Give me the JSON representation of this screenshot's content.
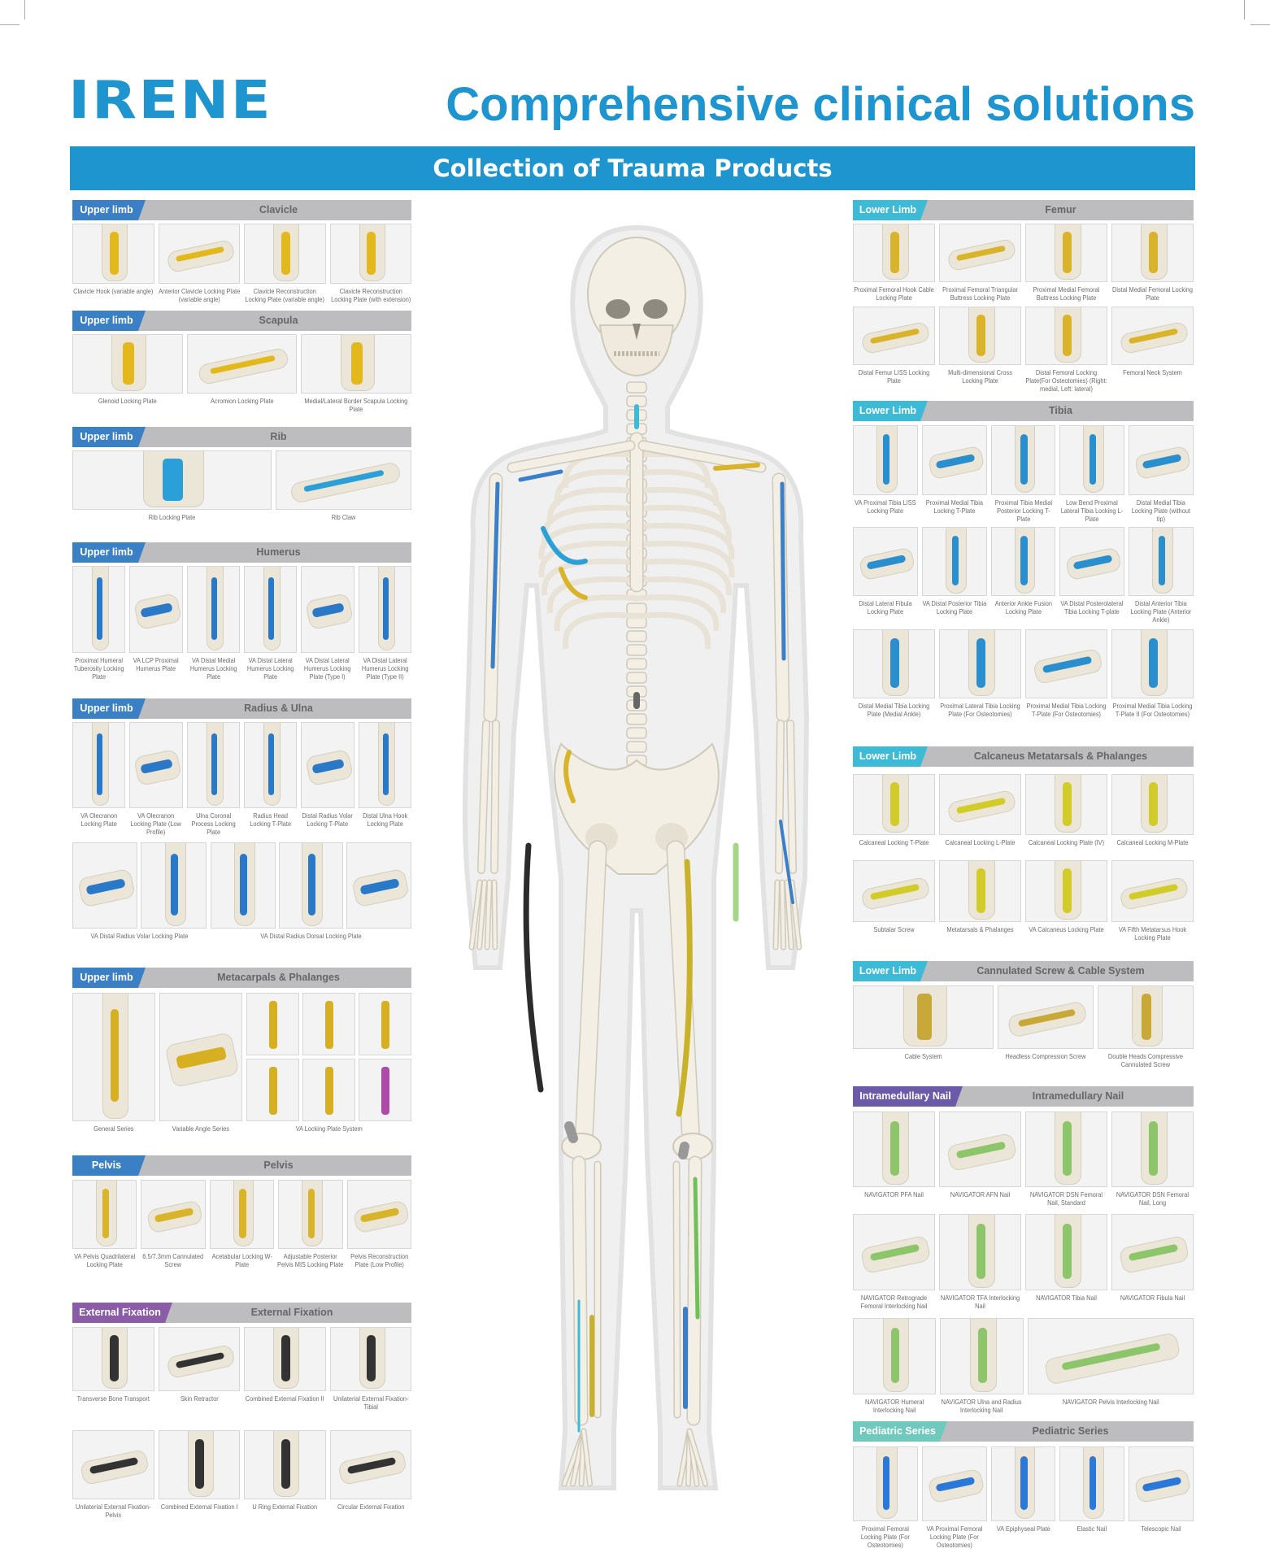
{
  "logo": "IRENE",
  "title": "Comprehensive clinical solutions",
  "banner": "Collection of Trauma Products",
  "colors": {
    "brand": "#1e95cf",
    "upper_limb": "#3b7fc4",
    "lower_limb": "#3dbad6",
    "external_fixation": "#8a5ca8",
    "intramedullary_nail": "#6a5aa8",
    "pediatric": "#6fc9bd",
    "header_bar": "#bdbdc0"
  },
  "left_sections": [
    {
      "tag": "Upper limb",
      "tag_color": "#3b7fc4",
      "title": "Clavicle",
      "plate_color": "#e3b81c",
      "rows": [
        {
          "items": [
            {
              "label": "Clavicle Hook (variable angle)"
            },
            {
              "label": "Anterior Clavicle Locking Plate (variable angle)"
            },
            {
              "label": "Clavicle Reconstruction Locking Plate (variable angle)"
            },
            {
              "label": "Clavicle Reconstruction Locking Plate (with extension)"
            }
          ]
        }
      ]
    },
    {
      "tag": "Upper limb",
      "tag_color": "#3b7fc4",
      "title": "Scapula",
      "plate_color": "#e3b81c",
      "rows": [
        {
          "items": [
            {
              "label": "Glenoid Locking Plate"
            },
            {
              "label": "Acromion Locking Plate"
            },
            {
              "label": "Medial/Lateral Border Scapula Locking Plate"
            }
          ]
        }
      ]
    },
    {
      "tag": "Upper limb",
      "tag_color": "#3b7fc4",
      "title": "Rib",
      "plate_color": "#2a9fd8",
      "rows": [
        {
          "items": [
            {
              "label": "Rib Locking Plate"
            },
            {
              "label": "Rib Claw"
            }
          ]
        }
      ]
    },
    {
      "tag": "Upper limb",
      "tag_color": "#3b7fc4",
      "title": "Humerus",
      "plate_color": "#2a78c8",
      "rows": [
        {
          "items": [
            {
              "label": "Proximal Humeral Tuberosity Locking Plate"
            },
            {
              "label": "VA LCP Proximal Humerus Plate"
            },
            {
              "label": "VA Distal Medial Humerus Locking Plate"
            },
            {
              "label": "VA Distal Lateral Humerus Locking Plate"
            },
            {
              "label": "VA Distal Lateral Humerus Locking Plate (Type I)"
            },
            {
              "label": "VA Distal Lateral Humerus Locking Plate (Type II)"
            }
          ]
        }
      ]
    },
    {
      "tag": "Upper limb",
      "tag_color": "#3b7fc4",
      "title": "Radius & Ulna",
      "plate_color": "#2a78c8",
      "rows": [
        {
          "items": [
            {
              "label": "VA Olecranon Locking Plate"
            },
            {
              "label": "VA Olecranon Locking Plate (Low Profile)"
            },
            {
              "label": "Ulna Coronal Process Locking Plate"
            },
            {
              "label": "Radius Head Locking T-Plate"
            },
            {
              "label": "Distal Radius Volar Locking T-Plate"
            },
            {
              "label": "Distal Ulna Hook Locking Plate"
            }
          ]
        },
        {
          "items": [
            {
              "label": "VA Distal Radius Volar Locking Plate"
            },
            {
              "label": "VA Distal Radius Dorsal Locking Plate"
            }
          ]
        }
      ]
    },
    {
      "tag": "Upper limb",
      "tag_color": "#3b7fc4",
      "title": "Metacarpals & Phalanges",
      "plate_color": "#d6b020",
      "rows": [
        {
          "items": [
            {
              "label": "General Series"
            },
            {
              "label": "Variable Angle Series"
            },
            {
              "label": "VA Locking Plate System"
            }
          ]
        }
      ]
    },
    {
      "tag": "Pelvis",
      "tag_color": "#3b7fc4",
      "title": "Pelvis",
      "plate_color": "#d9b32a",
      "rows": [
        {
          "items": [
            {
              "label": "VA Pelvis Quadrilateral Locking Plate"
            },
            {
              "label": "6.5/7.3mm Cannulated Screw"
            },
            {
              "label": "Acetabular Locking W-Plate"
            },
            {
              "label": "Adjustable Posterior Pelvis MIS Locking Plate"
            },
            {
              "label": "Pelvis Reconstruction Plate (Low Profile)"
            }
          ]
        }
      ]
    },
    {
      "tag": "External Fixation",
      "tag_color": "#8a5ca8",
      "title": "External Fixation",
      "plate_color": "#333333",
      "rows": [
        {
          "items": [
            {
              "label": "Transverse Bone Transport"
            },
            {
              "label": "Skin Retractor"
            },
            {
              "label": "Combined External Fixation II"
            },
            {
              "label": "Unilaterial External Fixation-Tibial"
            }
          ]
        },
        {
          "items": [
            {
              "label": "Unilaterial External Fixation-Pelvis"
            },
            {
              "label": "Combined External Fixation I"
            },
            {
              "label": "U Ring External Fixation"
            },
            {
              "label": "Circular External Fixation"
            }
          ]
        }
      ]
    }
  ],
  "right_sections": [
    {
      "tag": "Lower Limb",
      "tag_color": "#3dbad6",
      "title": "Femur",
      "plate_color": "#d9b32a",
      "rows": [
        {
          "items": [
            {
              "label": "Proximal Femoral Hook Cable Locking Plate"
            },
            {
              "label": "Proximal Femoral Triangular Buttress Locking Plate"
            },
            {
              "label": "Proximal Medial Femoral Buttress Locking Plate"
            },
            {
              "label": "Distal Medial Femoral Locking Plate"
            }
          ]
        },
        {
          "items": [
            {
              "label": "Distal Femur LISS Locking Plate"
            },
            {
              "label": "Multi-dimensional Cross Locking Plate"
            },
            {
              "label": "Distal Femoral Locking Plate(For Osteotomies) (Right: medial, Left: lateral)"
            },
            {
              "label": "Femoral Neck System"
            }
          ]
        }
      ]
    },
    {
      "tag": "Lower Limb",
      "tag_color": "#3dbad6",
      "title": "Tibia",
      "plate_color": "#2a8fcf",
      "rows": [
        {
          "items": [
            {
              "label": "VA Proximal Tibia LISS Locking Plate"
            },
            {
              "label": "Proximal Medial Tibia Locking T-Plate"
            },
            {
              "label": "Proximal Tibia Medial Posterior Locking T-Plate"
            },
            {
              "label": "Low Bend Proximal Lateral Tibia Locking L-Plate"
            },
            {
              "label": "Distal Medial Tibia Locking Plate (without tip)"
            }
          ]
        },
        {
          "items": [
            {
              "label": "Distal Lateral Fibula Locking Plate"
            },
            {
              "label": "VA Distal Posterior Tibia Locking Plate"
            },
            {
              "label": "Anterior Ankle Fusion Locking Plate"
            },
            {
              "label": "VA Distal Posterolateral Tibia Locking T-plate"
            },
            {
              "label": "Distal Anterior Tibia Locking Plate (Anterior Ankle)"
            }
          ]
        },
        {
          "items": [
            {
              "label": "Distal Medial Tibia Locking Plate (Medial Ankle)"
            },
            {
              "label": "Proximal Lateral Tibia Locking Plate (For Osteotomies)"
            },
            {
              "label": "Proximal Medial Tibia Locking T-Plate (For Osteotomies)"
            },
            {
              "label": "Proximal Medial Tibia Locking T-Plate II (For Osteotomies)"
            }
          ]
        }
      ]
    },
    {
      "tag": "Lower Limb",
      "tag_color": "#3dbad6",
      "title": "Calcaneus Metatarsals & Phalanges",
      "plate_color": "#d2cc2a",
      "rows": [
        {
          "items": [
            {
              "label": "Calcaneal Locking T-Plate"
            },
            {
              "label": "Calcaneal Locking L-Plate"
            },
            {
              "label": "Calcaneal Locking Plate (IV)"
            },
            {
              "label": "Calcaneal Locking M-Plate"
            }
          ]
        },
        {
          "items": [
            {
              "label": "Subtalar Screw"
            },
            {
              "label": "Metatarsals & Phalanges"
            },
            {
              "label": "VA Calcaneus Locking Plate"
            },
            {
              "label": "VA Fifth Metatarsus Hook Locking Plate"
            }
          ]
        }
      ]
    },
    {
      "tag": "Lower Limb",
      "tag_color": "#3dbad6",
      "title": "Cannulated Screw & Cable System",
      "plate_color": "#c9a83a",
      "rows": [
        {
          "items": [
            {
              "label": "Cable System"
            },
            {
              "label": "Headless Compression Screw"
            },
            {
              "label": "Double Heads Compressive Cannulated Screw"
            }
          ]
        }
      ]
    },
    {
      "tag": "Intramedullary Nail",
      "tag_color": "#6a5aa8",
      "title": "Intramedullary Nail",
      "plate_color": "#8cc56a",
      "rows": [
        {
          "items": [
            {
              "label": "NAVIGATOR PFA Nail"
            },
            {
              "label": "NAVIGATOR AFN Nail"
            },
            {
              "label": "NAVIGATOR DSN Femoral Nail, Standard"
            },
            {
              "label": "NAVIGATOR DSN Femoral Nail, Long"
            }
          ]
        },
        {
          "items": [
            {
              "label": "NAVIGATOR Retrograde Femoral Interlocking Nail"
            },
            {
              "label": "NAVIGATOR TFA Interlocking Nail"
            },
            {
              "label": "NAVIGATOR Tibia Nail"
            },
            {
              "label": "NAVIGATOR Fibula Nail"
            }
          ]
        },
        {
          "items": [
            {
              "label": "NAVIGATOR Humeral Interlocking Nail"
            },
            {
              "label": "NAVIGATOR Ulna and Radius Interlocking Nail"
            },
            {
              "label": "NAVIGATOR Pelvis Interlocking Nail"
            }
          ]
        }
      ]
    },
    {
      "tag": "Pediatric Series",
      "tag_color": "#6fc9bd",
      "title": "Pediatric Series",
      "plate_color": "#2a78d8",
      "rows": [
        {
          "items": [
            {
              "label": "Proximal Femoral Locking Plate (For Osteotomies)"
            },
            {
              "label": "VA Proximal Femoral Locking Plate (For Osteotomies)"
            },
            {
              "label": "VA Epiphyseal Plate"
            },
            {
              "label": "Elastic Nail"
            },
            {
              "label": "Telescopic Nail"
            }
          ]
        }
      ]
    }
  ]
}
